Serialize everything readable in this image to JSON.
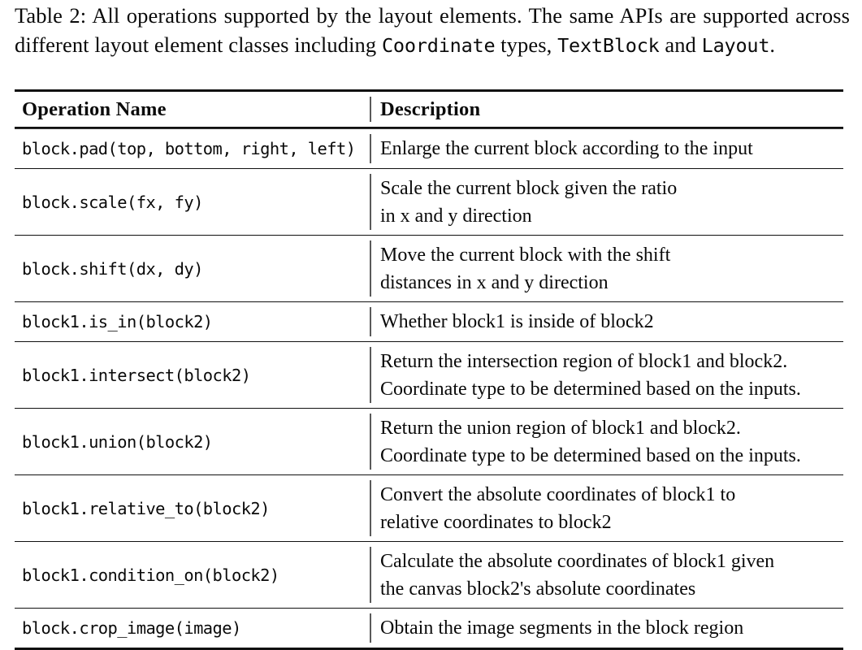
{
  "caption": {
    "prefix": "Table 2: All operations supported by the layout elements. The same APIs are supported across different layout element classes including ",
    "term1": "Coordinate",
    "mid1": " types, ",
    "term2": "TextBlock",
    "mid2": " and ",
    "term3": "Layout",
    "suffix": "."
  },
  "table": {
    "headers": {
      "operation": "Operation Name",
      "description": "Description"
    },
    "rows": [
      {
        "operation": "block.pad(top, bottom, right, left)",
        "description": [
          "Enlarge the current block according to the input"
        ]
      },
      {
        "operation": "block.scale(fx, fy)",
        "description": [
          "Scale the current block given the ratio",
          "in x and y direction"
        ]
      },
      {
        "operation": "block.shift(dx, dy)",
        "description": [
          "Move the current block with the shift",
          "distances in x and y direction"
        ]
      },
      {
        "operation": "block1.is_in(block2)",
        "description": [
          "Whether block1 is inside of block2"
        ]
      },
      {
        "operation": "block1.intersect(block2)",
        "description": [
          "Return the intersection region of block1 and block2.",
          "Coordinate type to be determined based on the inputs."
        ]
      },
      {
        "operation": "block1.union(block2)",
        "description": [
          "Return the union region of block1 and block2.",
          "Coordinate type to be determined based on the inputs."
        ]
      },
      {
        "operation": "block1.relative_to(block2)",
        "description": [
          "Convert the absolute coordinates of block1 to",
          "relative coordinates to block2"
        ]
      },
      {
        "operation": "block1.condition_on(block2)",
        "description": [
          "Calculate the absolute coordinates of block1 given",
          "the canvas block2's absolute coordinates"
        ]
      },
      {
        "operation": "block.crop_image(image)",
        "description": [
          "Obtain the image segments in the block region"
        ]
      }
    ]
  }
}
